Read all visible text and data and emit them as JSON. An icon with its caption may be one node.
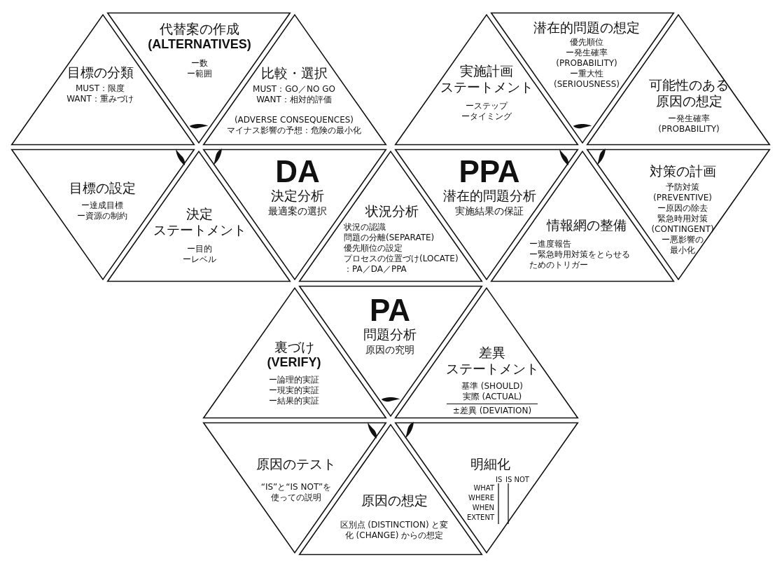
{
  "diagram": {
    "nodes": [
      {
        "text": [
          "目標の分類",
          "MUST：限度",
          "WANT：重みづけ"
        ]
      },
      {
        "text": [
          "代替案の作成",
          "(ALTERNATIVES)",
          "ー数",
          "ー範囲"
        ]
      },
      {
        "text": [
          "比較・選択",
          "MUST：GO／NO GO",
          "WANT：相対的評価",
          "(ADVERSE CONSEQUENCES)",
          "マイナス影響の予想：危険の最小化"
        ]
      },
      {
        "text": [
          "実施計画",
          "ステートメント",
          "ーステップ",
          "ータイミング"
        ]
      },
      {
        "text": [
          "潜在的問題の想定",
          "優先順位",
          "ー発生確率",
          "(PROBABILITY)",
          "ー重大性",
          "(SERIOUSNESS)"
        ]
      },
      {
        "text": [
          "可能性のある",
          "原因の想定",
          "ー発生確率",
          "(PROBABILITY)"
        ]
      },
      {
        "text": [
          "目標の設定",
          "ー達成目標",
          "ー資源の制約"
        ]
      },
      {
        "text": [
          "決定",
          "ステートメント",
          "ー目的",
          "ーレベル"
        ]
      },
      {
        "text": [
          "DA",
          "決定分析",
          "最適案の選択"
        ]
      },
      {
        "text": [
          "状況分析",
          "状況の認識",
          "問題の分離(SEPARATE)",
          "優先順位の設定",
          "プロセスの位置づけ(LOCATE)",
          "：PA／DA／PPA"
        ]
      },
      {
        "text": [
          "PPA",
          "潜在的問題分析",
          "実施結果の保証"
        ]
      },
      {
        "text": [
          "情報網の整備",
          "ー進度報告",
          "ー緊急時用対策をとらせるためのトリガー"
        ]
      },
      {
        "text": [
          "対策の計画",
          "予防対策",
          "(PREVENTIVE)",
          "ー原因の除去",
          "緊急時用対策",
          "(CONTINGENT)",
          "ー悪影響の最小化"
        ]
      },
      {
        "text": [
          "裏づけ",
          "(VERIFY)",
          "ー論理的実証",
          "ー現実的実証",
          "ー結果的実証"
        ]
      },
      {
        "text": [
          "PA",
          "問題分析",
          "原因の究明"
        ]
      },
      {
        "text": [
          "差異",
          "ステートメント",
          "基準 (SHOULD)",
          "実際 (ACTUAL)",
          "±差異 (DEVIATION)"
        ]
      },
      {
        "text": [
          "原因のテスト",
          "“IS”と“IS NOT”を使っての説明"
        ]
      },
      {
        "text": [
          "原因の想定",
          "区別点 (DISTINCTION) と変化 (CHANGE) からの想定"
        ]
      },
      {
        "text": [
          "明細化",
          "IS",
          "IS NOT",
          "WHAT",
          "WHERE",
          "WHEN",
          "EXTENT"
        ]
      }
    ],
    "edges": []
  }
}
